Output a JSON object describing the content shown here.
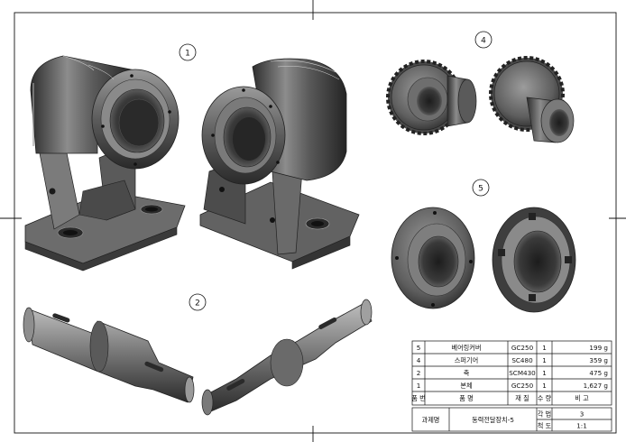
{
  "callouts": [
    "1",
    "2",
    "4",
    "5"
  ],
  "parts_list": {
    "header": {
      "no": "품 번",
      "name": "품 명",
      "material": "재 질",
      "qty": "수 량",
      "remark": "비 고"
    },
    "rows": [
      {
        "no": "5",
        "name": "베어링커버",
        "material": "GC250",
        "qty": "1",
        "remark": "199 g"
      },
      {
        "no": "4",
        "name": "스퍼기어",
        "material": "SC480",
        "qty": "1",
        "remark": "359 g"
      },
      {
        "no": "2",
        "name": "축",
        "material": "SCM430",
        "qty": "1",
        "remark": "475 g"
      },
      {
        "no": "1",
        "name": "본체",
        "material": "GC250",
        "qty": "1",
        "remark": "1,627 g"
      }
    ]
  },
  "title_block": {
    "label_subject": "과제명",
    "subject": "동력전달장치-5",
    "label_angle": "각 법",
    "angle": "3",
    "label_scale": "척 도",
    "scale": "1:1"
  },
  "colors": {
    "metal_dark": "#3c3c3c",
    "metal_mid": "#6e6e6e",
    "metal_light": "#b4b4b4",
    "line": "#111111"
  }
}
